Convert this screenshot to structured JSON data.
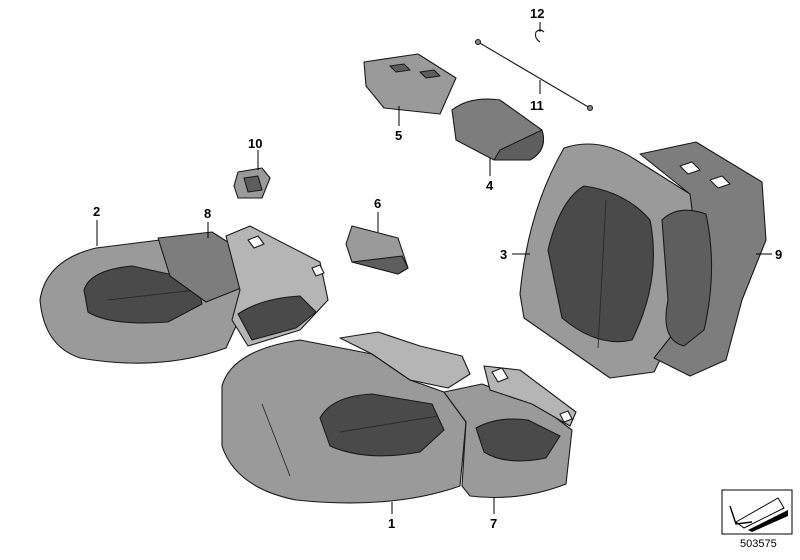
{
  "diagram": {
    "callouts": {
      "c1": "1",
      "c2": "2",
      "c3": "3",
      "c4": "4",
      "c5": "5",
      "c6": "6",
      "c7": "7",
      "c8": "8",
      "c9": "9",
      "c10": "10",
      "c11": "11",
      "c12": "12"
    },
    "document_number": "503575",
    "icons": [
      "direction-arrow-icon"
    ]
  }
}
